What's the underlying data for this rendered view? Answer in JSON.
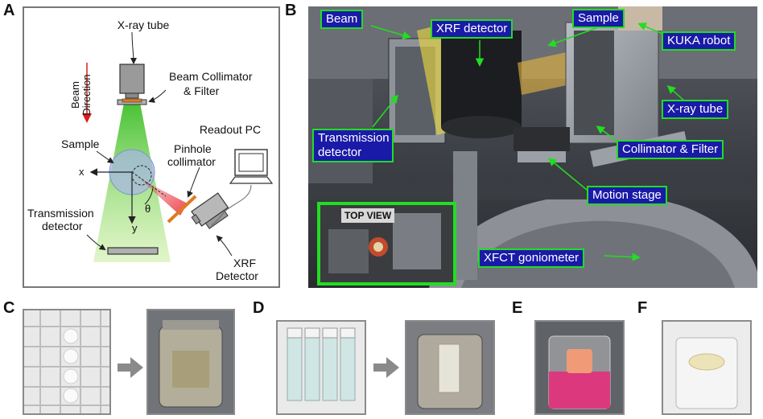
{
  "panels": {
    "a": "A",
    "b": "B",
    "c": "C",
    "d": "D",
    "e": "E",
    "f": "F"
  },
  "schematic": {
    "xray_tube": "X-ray tube",
    "beam_direction_1": "Beam",
    "beam_direction_2": "Direction",
    "beam_collimator_1": "Beam Collimator",
    "beam_collimator_2": "& Filter",
    "readout_pc": "Readout PC",
    "sample": "Sample",
    "pinhole_1": "Pinhole",
    "pinhole_2": "collimator",
    "axis_x": "x",
    "axis_y": "y",
    "theta": "θ",
    "transmission_1": "Transmission",
    "transmission_2": "detector",
    "xrf_1": "XRF",
    "xrf_2": "Detector"
  },
  "photo_labels": {
    "beam": "Beam",
    "xrf_detector": "XRF detector",
    "sample": "Sample",
    "kuka_robot": "KUKA robot",
    "xray_tube": "X-ray tube",
    "transmission_1": "Transmission",
    "transmission_2": "detector",
    "collimator_filter": "Collimator & Filter",
    "motion_stage": "Motion stage",
    "xfct_goniometer": "XFCT goniometer",
    "top_view": "TOP VIEW"
  },
  "colors": {
    "label_bg": "#1a1aa8",
    "label_border": "#22dd22",
    "beam_green": "#7fd64a",
    "fluor_red": "#e8303a",
    "pink_liquid": "#e8287a"
  }
}
